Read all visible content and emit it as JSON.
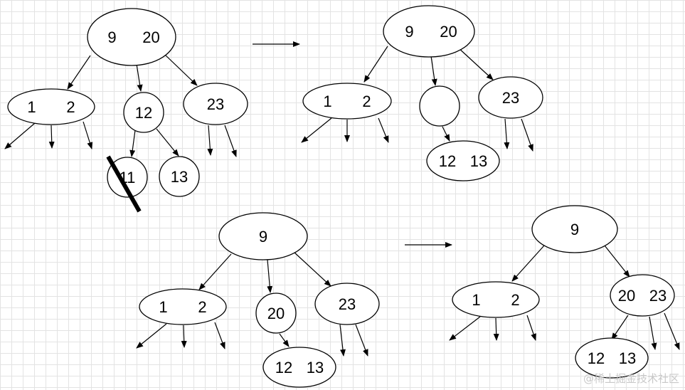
{
  "diagram": {
    "panels": [
      {
        "id": "panel-1",
        "nodes": [
          {
            "id": "p1-root",
            "keys": [
              "9",
              "20"
            ]
          },
          {
            "id": "p1-left",
            "keys": [
              "1",
              "2"
            ]
          },
          {
            "id": "p1-mid",
            "keys": [
              "12"
            ]
          },
          {
            "id": "p1-right",
            "keys": [
              "23"
            ]
          },
          {
            "id": "p1-mid-left",
            "keys": [
              "11"
            ],
            "deleted": true
          },
          {
            "id": "p1-mid-right",
            "keys": [
              "13"
            ]
          }
        ]
      },
      {
        "id": "panel-2",
        "nodes": [
          {
            "id": "p2-root",
            "keys": [
              "9",
              "20"
            ]
          },
          {
            "id": "p2-left",
            "keys": [
              "1",
              "2"
            ]
          },
          {
            "id": "p2-mid",
            "keys": []
          },
          {
            "id": "p2-right",
            "keys": [
              "23"
            ]
          },
          {
            "id": "p2-mid-child",
            "keys": [
              "12",
              "13"
            ]
          }
        ]
      },
      {
        "id": "panel-3",
        "nodes": [
          {
            "id": "p3-root",
            "keys": [
              "9"
            ]
          },
          {
            "id": "p3-left",
            "keys": [
              "1",
              "2"
            ]
          },
          {
            "id": "p3-mid",
            "keys": [
              "20"
            ]
          },
          {
            "id": "p3-right",
            "keys": [
              "23"
            ]
          },
          {
            "id": "p3-mid-child",
            "keys": [
              "12",
              "13"
            ]
          }
        ]
      },
      {
        "id": "panel-4",
        "nodes": [
          {
            "id": "p4-root",
            "keys": [
              "9"
            ]
          },
          {
            "id": "p4-left",
            "keys": [
              "1",
              "2"
            ]
          },
          {
            "id": "p4-right",
            "keys": [
              "20",
              "23"
            ]
          },
          {
            "id": "p4-right-child",
            "keys": [
              "12",
              "13"
            ]
          }
        ]
      }
    ]
  },
  "watermark": "@稀土掘金技术社区"
}
